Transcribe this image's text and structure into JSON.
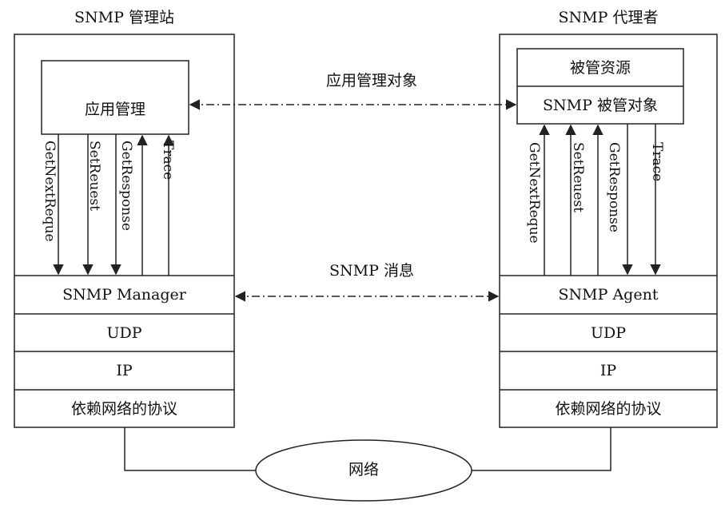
{
  "manager": {
    "title": "SNMP 管理站",
    "app_box": "应用管理",
    "layers": [
      "SNMP Manager",
      "UDP",
      "IP",
      "依赖网络的协议"
    ],
    "arrows": [
      "GetNextReque",
      "SetReuest",
      "GetResponse",
      "Trace"
    ]
  },
  "agent": {
    "title": "SNMP 代理者",
    "resource_box": "被管资源",
    "object_box": "SNMP 被管对象",
    "layers": [
      "SNMP Agent",
      "UDP",
      "IP",
      "依赖网络的协议"
    ],
    "arrows": [
      "GetNextReque",
      "SetReuest",
      "GetResponse",
      "Trace"
    ]
  },
  "links": {
    "app_link": "应用管理对象",
    "snmp_link": "SNMP 消息",
    "network": "网络"
  }
}
